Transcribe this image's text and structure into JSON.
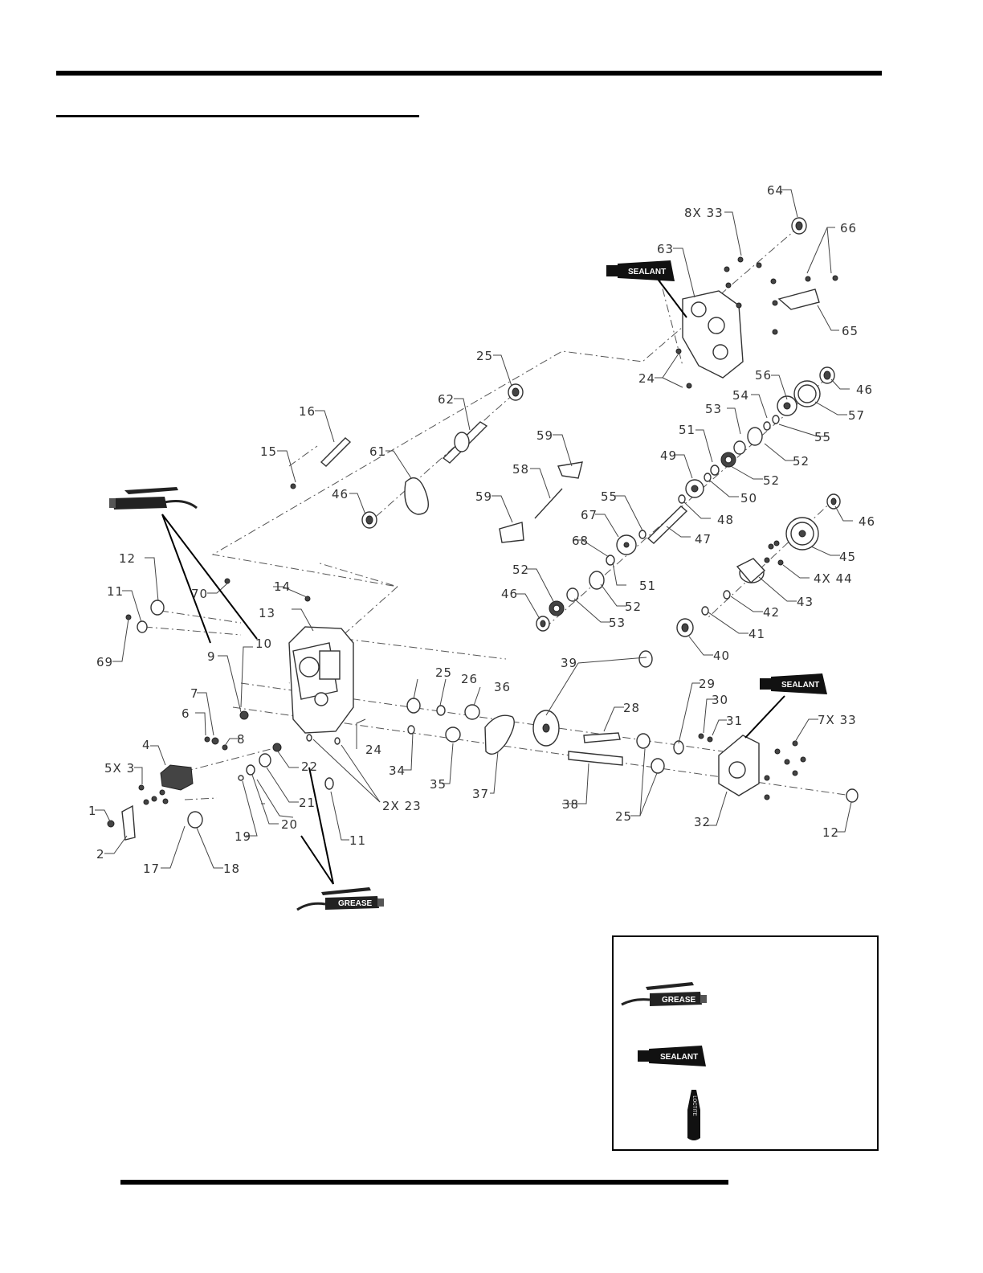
{
  "callouts": {
    "c1": "1",
    "c2": "2",
    "c3": "5X 3",
    "c4": "4",
    "c6": "6",
    "c7": "7",
    "c8": "8",
    "c9": "9",
    "c10": "10",
    "c11a": "11",
    "c11b": "11",
    "c12a": "12",
    "c12b": "12",
    "c13": "13",
    "c14": "14",
    "c15": "15",
    "c16": "16",
    "c17": "17",
    "c18": "18",
    "c19": "19",
    "c20": "20",
    "c21": "21",
    "c22": "22",
    "c23": "2X 23",
    "c24a": "24",
    "c24b": "24",
    "c25a": "25",
    "c25b": "25",
    "c25c": "25",
    "c26": "26",
    "c28": "28",
    "c29": "29",
    "c30": "30",
    "c31": "31",
    "c32": "32",
    "c33a": "8X 33",
    "c33b": "7X 33",
    "c34": "34",
    "c35": "35",
    "c36": "36",
    "c37": "37",
    "c38": "38",
    "c39": "39",
    "c40": "40",
    "c41": "41",
    "c42": "42",
    "c43": "43",
    "c44": "4X 44",
    "c45": "45",
    "c46a": "46",
    "c46b": "46",
    "c46c": "46",
    "c46d": "46",
    "c47": "47",
    "c48": "48",
    "c49": "49",
    "c50": "50",
    "c51a": "51",
    "c51b": "51",
    "c52a": "52",
    "c52b": "52",
    "c52c": "52",
    "c52d": "52",
    "c53a": "53",
    "c53b": "53",
    "c54": "54",
    "c55a": "55",
    "c55b": "55",
    "c56": "56",
    "c57": "57",
    "c58": "58",
    "c59a": "59",
    "c59b": "59",
    "c61": "61",
    "c62": "62",
    "c63": "63",
    "c64": "64",
    "c65": "65",
    "c66": "66",
    "c67": "67",
    "c68": "68",
    "c69": "69",
    "c70": "70"
  },
  "tools": {
    "sealant_label": "SEALANT",
    "grease_label": "GREASE"
  },
  "legend": {
    "grease_label": "GREASE",
    "sealant_label": "SEALANT",
    "loctite_label": "LOCTITE"
  },
  "colors": {
    "ink": "#000000",
    "line_art": "#333333",
    "background": "#ffffff"
  }
}
